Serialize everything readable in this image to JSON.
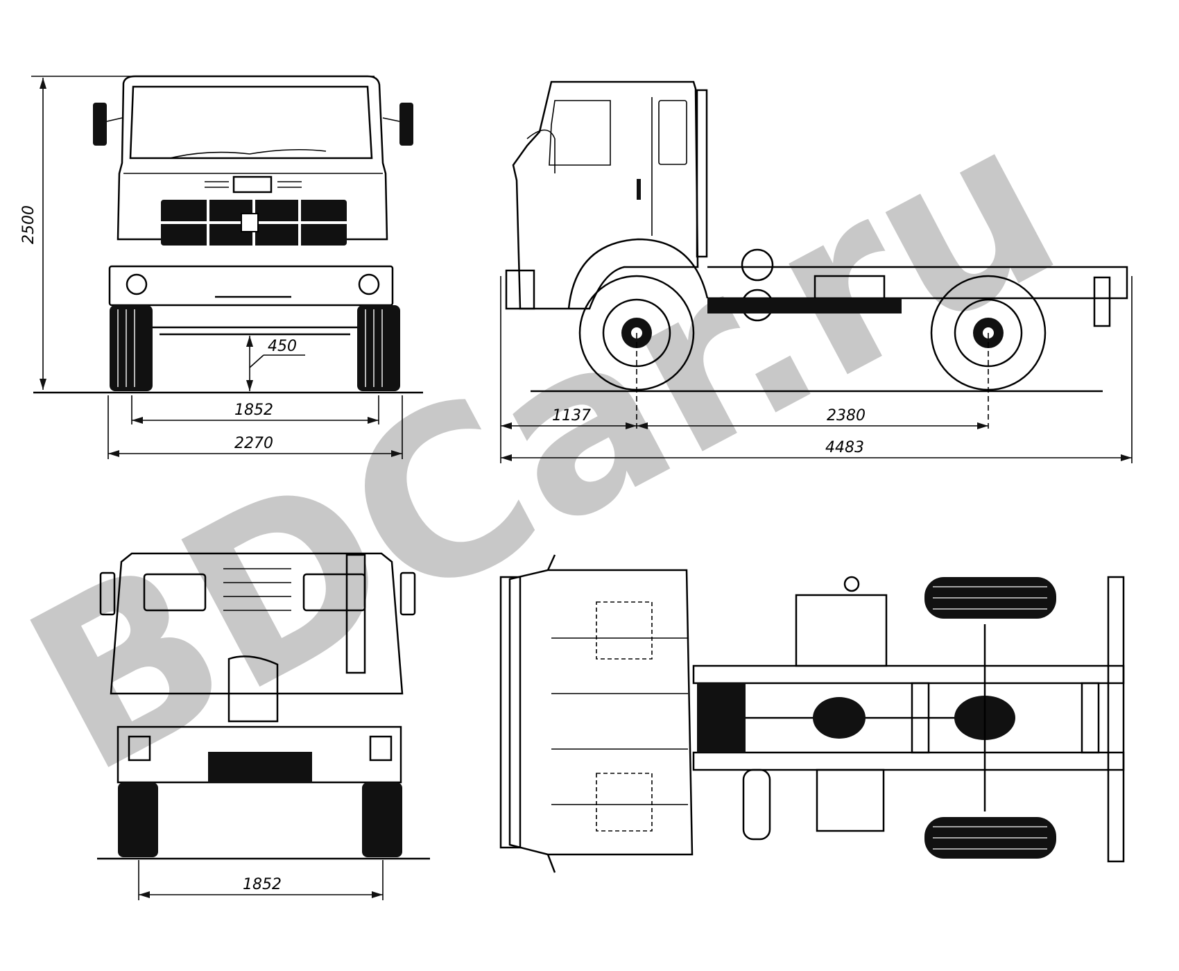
{
  "dimensions": {
    "height": "2500",
    "ground_clearance": "450",
    "front_track": "1852",
    "overall_width": "2270",
    "front_overhang": "1137",
    "wheelbase": "2380",
    "overall_length": "4483",
    "rear_track": "1852"
  },
  "watermark": "BDCar.ru",
  "colors": {
    "line": "#000000",
    "watermark": "#c8c8c8",
    "background": "#ffffff"
  }
}
